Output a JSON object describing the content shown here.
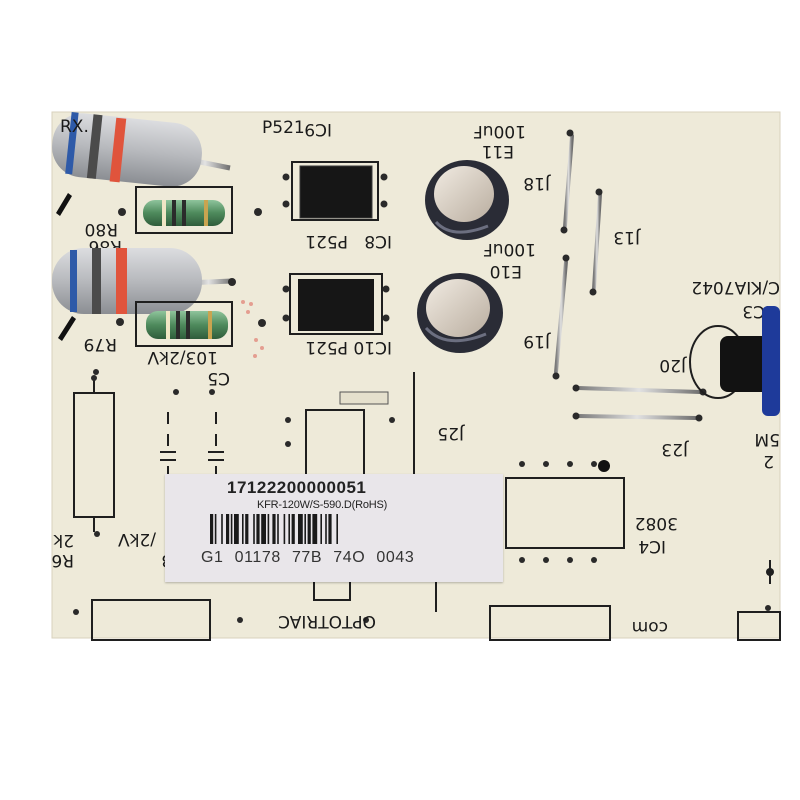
{
  "photo": {
    "subject": "PCB",
    "silkscreen": {
      "ic8": "IC8",
      "p521_top": "P521",
      "ic9": "IC9",
      "p521_upper": "P521",
      "p521_lower": "P521",
      "ic10": "IC10",
      "cap_100uf_top": "100uF",
      "e11": "E11",
      "cap_100uf_mid": "100uF",
      "e10": "E10",
      "j18": "J18",
      "j19": "J19",
      "j13": "J13",
      "j20": "J20",
      "j23": "J23",
      "j25": "J25",
      "ic3": "IC3",
      "kia7042": "C/KIA7042",
      "ic4": "IC4",
      "part_3082": "3082",
      "r80": "R80",
      "r86": "R86",
      "r79": "R79",
      "c5": "C5",
      "c5_value": "103/2kV",
      "left_2k": "2k",
      "left_r6": "R6",
      "left_2kv": "/2kV",
      "left_3": "3",
      "optotriac": "OPTOTRIAC",
      "right_2": "2",
      "right_5m": "5M",
      "bottom_right": "com"
    },
    "sticker": {
      "serial": "17122200000051",
      "model": "KFR-120W/S-590.D(RoHS)",
      "code": "G1  01178  77B 74O 0043"
    },
    "colors": {
      "board": "#eeead9",
      "background": "#ffffff",
      "trace_red": "#d9433a",
      "resistor_body": "#c4c6c8",
      "resistor_green": "#5f9c6d"
    }
  }
}
